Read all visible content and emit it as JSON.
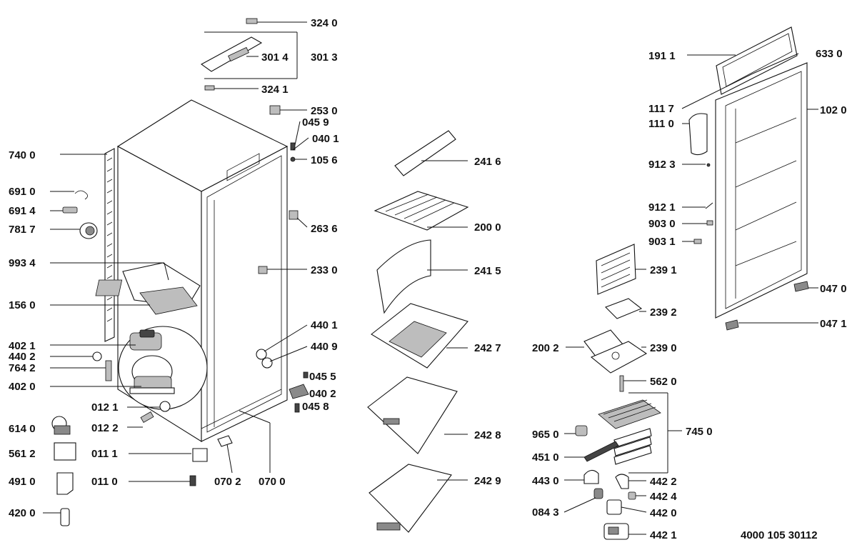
{
  "diagram": {
    "document_number": "4000 105 30112",
    "part_labels": {
      "p3240": "324 0",
      "p3013": "301 3",
      "p3014": "301 4",
      "p3241": "324 1",
      "p2530": "253 0",
      "p0459": "045 9",
      "p0401": "040 1",
      "p1056": "105 6",
      "p7400": "740 0",
      "p6910": "691 0",
      "p6914": "691 4",
      "p7817": "781 7",
      "p2636": "263 6",
      "p9934": "993 4",
      "p2330": "233 0",
      "p1560": "156 0",
      "p4401": "440 1",
      "p4021": "402 1",
      "p4409": "440 9",
      "p4402": "440 2",
      "p7642": "764 2",
      "p0455": "045 5",
      "p4020": "402 0",
      "p0402": "040 2",
      "p0121": "012 1",
      "p0458": "045 8",
      "p6140": "614 0",
      "p0122": "012 2",
      "p5612": "561 2",
      "p0111": "011 1",
      "p4910": "491 0",
      "p0110": "011 0",
      "p0702": "070 2",
      "p0700": "070 0",
      "p4200": "420 0",
      "p2416": "241 6",
      "p2000": "200 0",
      "p2415": "241 5",
      "p2427": "242 7",
      "p2428": "242 8",
      "p2429": "242 9",
      "p1911": "191 1",
      "p6330": "633 0",
      "p1117": "111 7",
      "p1020": "102 0",
      "p1110": "111 0",
      "p9123": "912 3",
      "p9121": "912 1",
      "p9030": "903 0",
      "p9031": "903 1",
      "p2391": "239 1",
      "p0470": "047 0",
      "p2392": "239 2",
      "p0471": "047 1",
      "p2002": "200 2",
      "p2390": "239 0",
      "p5620": "562 0",
      "p9650": "965 0",
      "p7450": "745 0",
      "p4510": "451 0",
      "p4430": "443 0",
      "p4422": "442 2",
      "p4424": "442 4",
      "p0843": "084 3",
      "p4420": "442 0",
      "p4421": "442 1"
    }
  }
}
